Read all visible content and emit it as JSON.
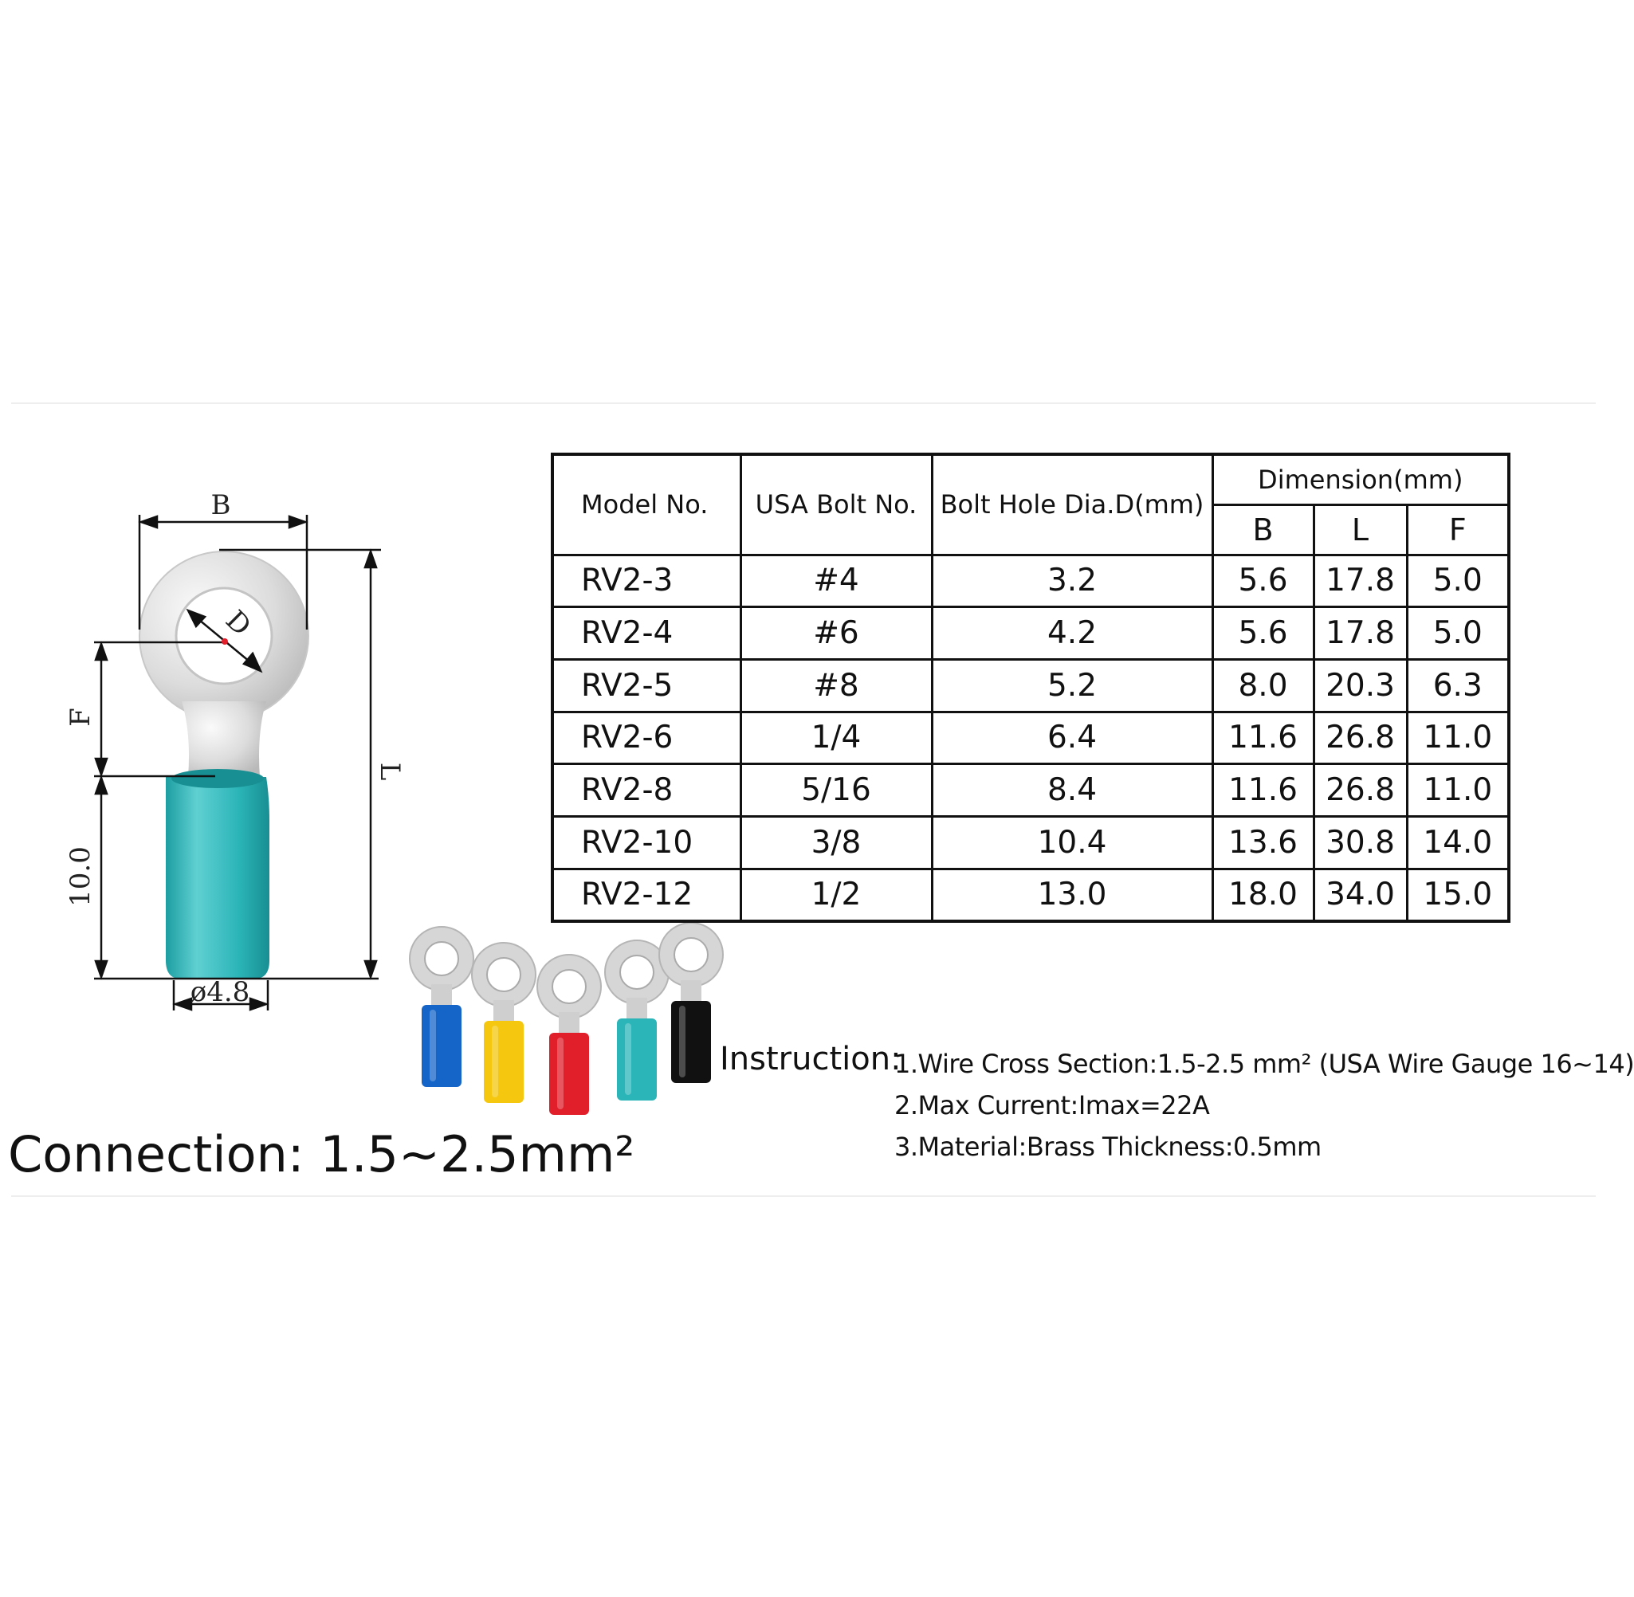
{
  "diagram": {
    "label_b": "B",
    "label_d": "D",
    "label_f": "F",
    "label_l": "L",
    "label_shank": "10.0",
    "label_dia": "ø4.8",
    "tube_color": "#2bb5b8",
    "metal_color": "#d9d9d9"
  },
  "terminal_colors": [
    "#1565c8",
    "#f5c70f",
    "#e01f2b",
    "#2bb5b8",
    "#111111"
  ],
  "table": {
    "headers": {
      "model": "Model No.",
      "bolt": "USA Bolt No.",
      "hole": "Bolt Hole Dia.D(mm)",
      "dimension": "Dimension(mm)",
      "b": "B",
      "l": "L",
      "f": "F"
    },
    "rows": [
      {
        "model": "RV2-3",
        "bolt": "#4",
        "hole": "3.2",
        "b": "5.6",
        "l": "17.8",
        "f": "5.0"
      },
      {
        "model": "RV2-4",
        "bolt": "#6",
        "hole": "4.2",
        "b": "5.6",
        "l": "17.8",
        "f": "5.0"
      },
      {
        "model": "RV2-5",
        "bolt": "#8",
        "hole": "5.2",
        "b": "8.0",
        "l": "20.3",
        "f": "6.3"
      },
      {
        "model": "RV2-6",
        "bolt": "1/4",
        "hole": "6.4",
        "b": "11.6",
        "l": "26.8",
        "f": "11.0"
      },
      {
        "model": "RV2-8",
        "bolt": "5/16",
        "hole": "8.4",
        "b": "11.6",
        "l": "26.8",
        "f": "11.0"
      },
      {
        "model": "RV2-10",
        "bolt": "3/8",
        "hole": "10.4",
        "b": "13.6",
        "l": "30.8",
        "f": "14.0"
      },
      {
        "model": "RV2-12",
        "bolt": "1/2",
        "hole": "13.0",
        "b": "18.0",
        "l": "34.0",
        "f": "15.0"
      }
    ]
  },
  "instruction": {
    "label": "Instruction:",
    "lines": [
      "1.Wire Cross Section:1.5-2.5 mm² (USA Wire Gauge 16~14)",
      "2.Max Current:Imax=22A",
      "3.Material:Brass Thickness:0.5mm"
    ]
  },
  "connection": "Connection:  1.5~2.5mm²"
}
